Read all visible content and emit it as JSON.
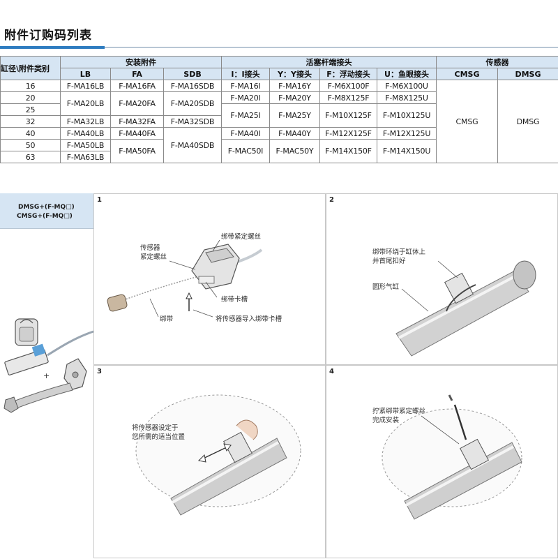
{
  "page_title": "附件订购码列表",
  "table": {
    "headers": {
      "size": "缸径\\附件类别",
      "mount_group": "安装附件",
      "rod_group": "活塞杆端接头",
      "sensor_group": "传感器",
      "lb": "LB",
      "fa": "FA",
      "sdb": "SDB",
      "i_joint": "I：I接头",
      "y_joint": "Y：Y接头",
      "f_joint": "F：浮动接头",
      "u_joint": "U：鱼眼接头",
      "cmsg": "CMSG",
      "dmsg": "DMSG"
    },
    "sizes": [
      "16",
      "20",
      "25",
      "32",
      "40",
      "50",
      "63"
    ],
    "lb": [
      "F-MA16LB",
      "F-MA20LB",
      "F-MA32LB",
      "F-MA40LB",
      "F-MA50LB",
      "F-MA63LB"
    ],
    "fa": [
      "F-MA16FA",
      "F-MA20FA",
      "F-MA32FA",
      "F-MA40FA",
      "F-MA50FA"
    ],
    "sdb": [
      "F-MA16SDB",
      "F-MA20SDB",
      "F-MA32SDB",
      "F-MA40SDB"
    ],
    "i": [
      "F-MA16I",
      "F-MA20I",
      "F-MA25I",
      "F-MA40I",
      "F-MAC50I"
    ],
    "y": [
      "F-MA16Y",
      "F-MA20Y",
      "F-MA25Y",
      "F-MA40Y",
      "F-MAC50Y"
    ],
    "f": [
      "F-M6X100F",
      "F-M8X125F",
      "F-M10X125F",
      "F-M12X125F",
      "F-M14X150F"
    ],
    "u": [
      "F-M6X100U",
      "F-M8X125U",
      "F-M10X125U",
      "F-M12X125U",
      "F-M14X150U"
    ],
    "cmsg": "CMSG",
    "dmsg": "DMSG"
  },
  "install": {
    "left_header_1": "DMSG+(F-MQ□)",
    "left_header_2": "CMSG+(F-MQ□)",
    "plus": "+",
    "steps": [
      {
        "num": "1",
        "labels": [
          "绑带紧定螺丝",
          "传感器",
          "紧定螺丝",
          "绑带卡槽",
          "绑带",
          "将传感器导入绑带卡槽"
        ]
      },
      {
        "num": "2",
        "labels": [
          "绑带环绕于缸体上",
          "并首尾扣好",
          "圆形气缸"
        ]
      },
      {
        "num": "3",
        "labels": [
          "将传感器设定于",
          "您所需的适当位置"
        ]
      },
      {
        "num": "4",
        "labels": [
          "拧紧绑带紧定螺丝",
          "完成安装"
        ]
      }
    ]
  }
}
